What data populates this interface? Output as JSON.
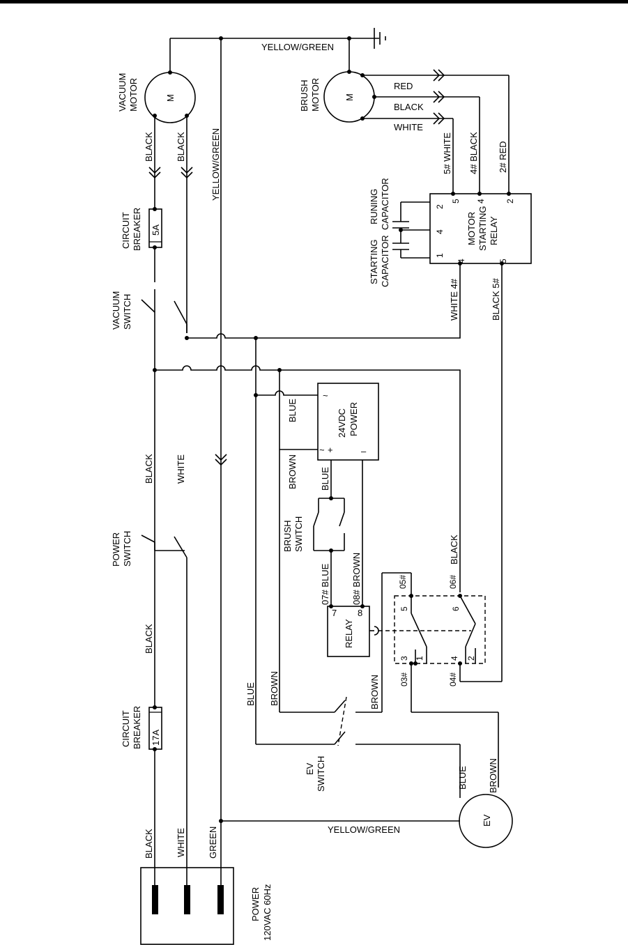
{
  "power": {
    "title": "POWER",
    "spec": "120VAC 60Hz"
  },
  "wires": {
    "black": "BLACK",
    "white": "WHITE",
    "green": "GREEN",
    "yellow_green": "YELLOW/GREEN",
    "red": "RED",
    "blue": "BLUE",
    "brown": "BROWN"
  },
  "breaker_main": {
    "label": "CIRCUIT BREAKER",
    "line1": "CIRCUIT",
    "line2": "BREAKER",
    "rating": "17A"
  },
  "breaker_vac": {
    "line1": "CIRCUIT",
    "line2": "BREAKER",
    "rating": "5A"
  },
  "power_switch": {
    "line1": "POWER",
    "line2": "SWITCH"
  },
  "vacuum_switch": {
    "line1": "VACUUM",
    "line2": "SWITCH"
  },
  "vacuum_motor": {
    "line1": "VACUUM",
    "line2": "MOTOR",
    "symbol": "M"
  },
  "brush_motor": {
    "line1": "BRUSH",
    "line2": "MOTOR",
    "symbol": "M"
  },
  "brush_switch": {
    "line1": "BRUSH",
    "line2": "SWITCH"
  },
  "ev_switch": {
    "line1": "EV",
    "line2": "SWITCH"
  },
  "ev_motor": {
    "symbol": "EV"
  },
  "psu": {
    "line1": "24VDC",
    "line2": "POWER",
    "tilde1": "~",
    "tilde2": "~",
    "plus": "+",
    "minus": "–"
  },
  "relay": {
    "label": "RELAY",
    "pin7": "7",
    "pin8": "8"
  },
  "motor_relay": {
    "line1": "MOTOR",
    "line2": "STARTING",
    "line3": "RELAY",
    "pin_2": "2",
    "pin_4": "4",
    "pin_1": "1",
    "pin_5": "5",
    "pin_4b": "4",
    "pin_5b": "5",
    "pin_2b": "2"
  },
  "capacitors": {
    "starting1": "STARTING",
    "starting2": "CAPACITOR",
    "running1": "RUNING",
    "running2": "CAPACITOR"
  },
  "wire_tags": {
    "w5": "5# WHITE",
    "b4": "4# BLACK",
    "r2": "2# RED",
    "w4": "WHITE  4#",
    "b5": "BLACK  5#",
    "blue07": "07# BLUE",
    "brown08": "08# BROWN",
    "n05": "05#",
    "n06": "06#",
    "n03": "03#",
    "n04": "04#"
  },
  "contactor": {
    "p5": "5",
    "p6": "6",
    "p3": "3",
    "p1": "1",
    "p4": "4",
    "p2": "2"
  }
}
